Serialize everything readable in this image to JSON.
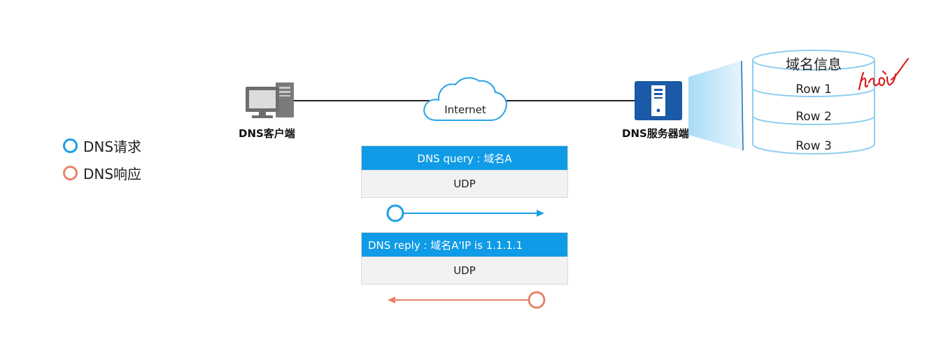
{
  "legend": {
    "request": {
      "label": "DNS请求",
      "color": "#1a9fe4"
    },
    "response": {
      "label": "DNS响应",
      "color": "#e8836a"
    }
  },
  "client": {
    "label": "DNS客户端",
    "icon": "computer-icon"
  },
  "internet": {
    "label": "Internet",
    "icon": "cloud-icon"
  },
  "server": {
    "label": "DNS服务器端",
    "icon": "server-icon"
  },
  "database": {
    "title": "域名信息",
    "rows": [
      "Row 1",
      "Row 2",
      "Row 3"
    ],
    "annotation": "handwritten-scribble"
  },
  "query_packet": {
    "header": "DNS query : 域名A",
    "body": "UDP",
    "color": "#0f9be6"
  },
  "reply_packet": {
    "header": "DNS reply : 域名A'IP is 1.1.1.1",
    "body": "UDP",
    "color": "#0f9be6"
  }
}
